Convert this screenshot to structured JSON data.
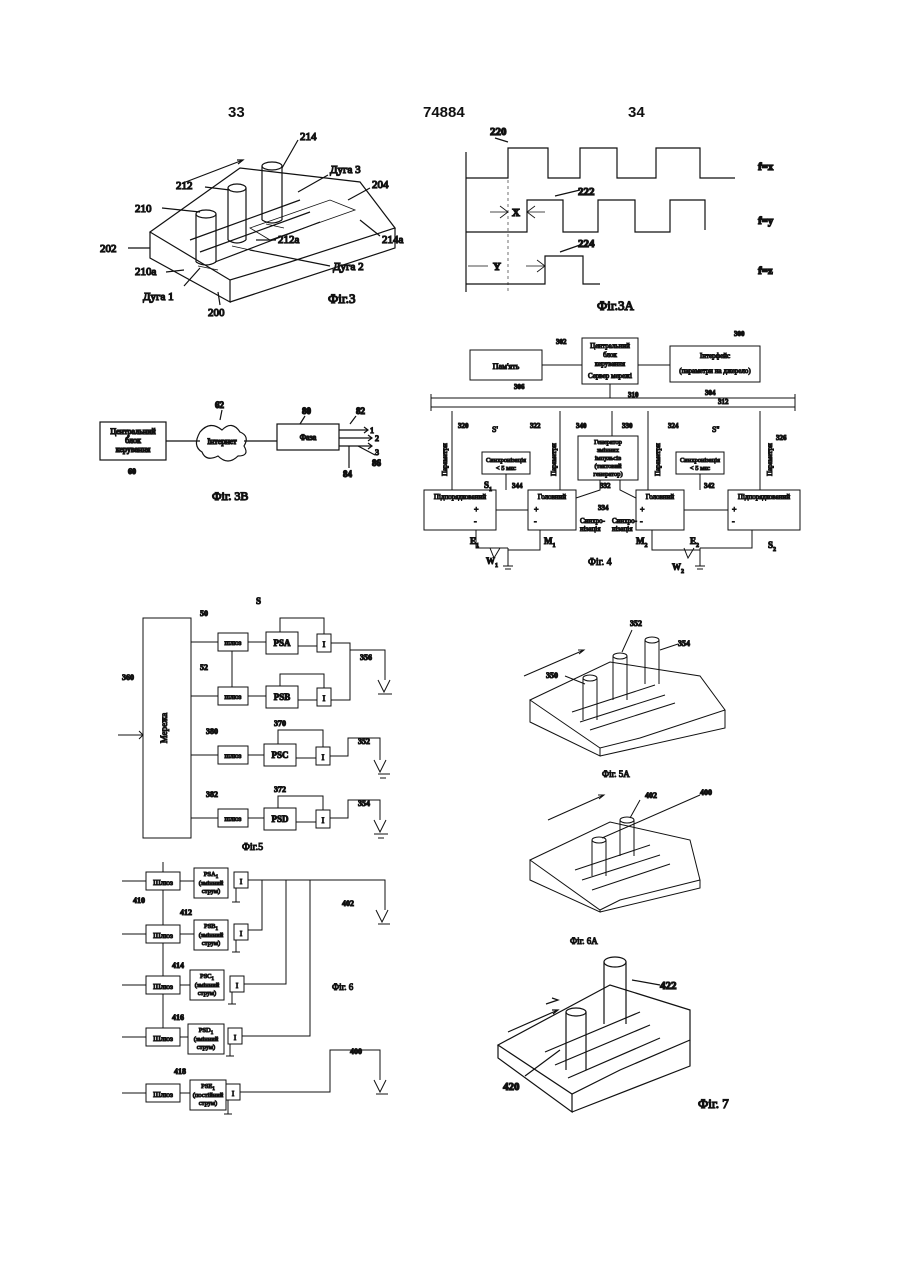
{
  "header": {
    "left_page": "33",
    "patent_number": "74884",
    "right_page": "34"
  },
  "fig3": {
    "caption": "Фіг.3",
    "refs": [
      "214",
      "212",
      "210",
      "202",
      "210a",
      "200",
      "204",
      "214a",
      "212a"
    ],
    "arc1": "Дуга 1",
    "arc2": "Дуга 2",
    "arc3": "Дуга 3"
  },
  "fig3a": {
    "caption": "Фіг.3A",
    "refs": [
      "220",
      "222",
      "224"
    ],
    "x_label": "X",
    "y_label": "Y",
    "f1": "f=x",
    "f2": "f=y",
    "f3": "f=z"
  },
  "fig3b": {
    "caption": "Фіг. 3B",
    "central_unit": [
      "Центральний",
      "блок",
      "керування"
    ],
    "internet": "Інтернет",
    "phase": "Фаза",
    "refs": {
      "r60": "60",
      "r62": "62",
      "r80": "80",
      "r82": "82",
      "r84": "84",
      "r86": "86"
    },
    "lines": [
      "1",
      "2",
      "3"
    ]
  },
  "fig4": {
    "caption": "Фіг. 4",
    "memory": "Пам'ять",
    "central": [
      "Центральний",
      "блок",
      "керування",
      "Сервер мережі"
    ],
    "interface": [
      "Інтерфейс",
      "(параметри на джерело)"
    ],
    "generator": [
      "Генератор",
      "змінних",
      "імпульсів",
      "(тактовий",
      "генератор)"
    ],
    "sync_box": [
      "Синхронізація",
      "< 5 мкс"
    ],
    "parameters": "Параметри",
    "subordinate": "Підпорядкований",
    "main": "Головний",
    "synchronization": [
      "Синхро-",
      "нізація"
    ],
    "refs": {
      "r300": "300",
      "r302": "302",
      "r304": "304",
      "r306": "306",
      "r310": "310",
      "r312": "312",
      "r320": "320",
      "r322": "322",
      "r324": "324",
      "r326": "326",
      "r330": "330",
      "r332": "332",
      "r334": "334",
      "r340": "340",
      "r342": "342",
      "r344": "344"
    },
    "labels": {
      "s1p": "S'",
      "s2p": "S''",
      "S1": "S",
      "S1sub": "1",
      "M1": "M",
      "M1sub": "1",
      "M2": "M",
      "M2sub": "2",
      "S2": "S",
      "S2sub": "2",
      "E1": "E",
      "E1sub": "1",
      "E2": "E",
      "E2sub": "2",
      "W1": "W",
      "W1sub": "1",
      "W2": "W",
      "W2sub": "2",
      "plus": "+",
      "minus": "-"
    }
  },
  "fig5": {
    "caption": "Фіг.5",
    "network": "Мережа",
    "gateway": "шлюз",
    "sources": [
      "PSA",
      "PSB",
      "PSC",
      "PSD"
    ],
    "inverter": "I",
    "refs": {
      "S": "S",
      "r50": "50",
      "r52": "52",
      "r360": "360",
      "r380": "380",
      "r382": "382",
      "r370": "370",
      "r372": "372",
      "r356": "356",
      "r352": "352",
      "r354": "354"
    }
  },
  "fig5a": {
    "caption": "Фіг. 5A",
    "refs": [
      "352",
      "354",
      "350"
    ]
  },
  "fig6": {
    "caption": "Фіг. 6",
    "gateway": "Шлюз",
    "sources": [
      {
        "name": "PSA",
        "sub": "1",
        "mode": [
          "(змінний",
          "струм)"
        ]
      },
      {
        "name": "PSB",
        "sub": "1",
        "mode": [
          "(змінний",
          "струм)"
        ]
      },
      {
        "name": "PSC",
        "sub": "1",
        "mode": [
          "(змінний",
          "струм)"
        ]
      },
      {
        "name": "PSD",
        "sub": "1",
        "mode": [
          "(змінний",
          "струм)"
        ]
      },
      {
        "name": "PSE",
        "sub": "1",
        "mode": [
          "(постійний",
          "струм)"
        ]
      }
    ],
    "inverter": "I",
    "refs": [
      "410",
      "412",
      "414",
      "416",
      "418",
      "402",
      "400"
    ]
  },
  "fig6a": {
    "caption": "Фіг. 6A",
    "refs": [
      "400",
      "402"
    ]
  },
  "fig7": {
    "caption": "Фіг. 7",
    "refs": [
      "422",
      "420"
    ]
  }
}
